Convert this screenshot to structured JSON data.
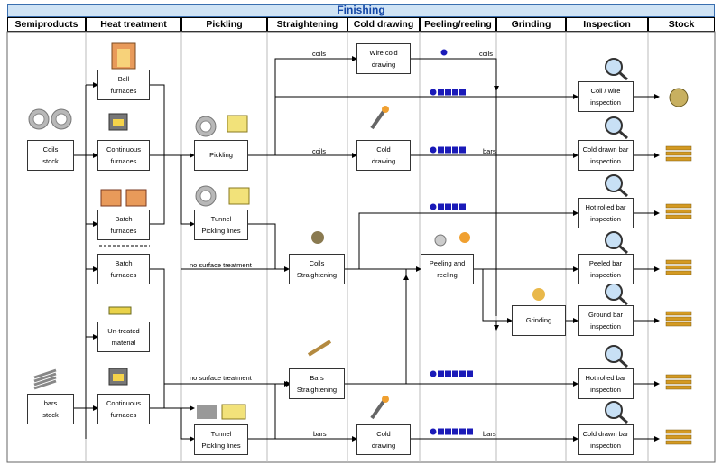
{
  "title": "Finishing",
  "columns": [
    "Semiproducts",
    "Heat treatment",
    "Pickling",
    "Straightening",
    "Cold drawing",
    "Peeling/reeling",
    "Grinding",
    "Inspection",
    "Stock"
  ],
  "boxes": {
    "coils_stock": [
      "Coils",
      "stock"
    ],
    "bars_stock": [
      "bars",
      "stock"
    ],
    "bell": [
      "Bell",
      "furnaces"
    ],
    "cont1": [
      "Continuous",
      "furnaces"
    ],
    "batch1": [
      "Batch",
      "furnaces"
    ],
    "batch2": [
      "Batch",
      "furnaces"
    ],
    "untreated": [
      "Un-treated",
      "material"
    ],
    "cont2": [
      "Continuous",
      "furnaces"
    ],
    "pickling": [
      "Pickling"
    ],
    "tunnel1": [
      "Tunnel",
      "Pickling lines"
    ],
    "tunnel2": [
      "Tunnel",
      "Pickling lines"
    ],
    "coils_str": [
      "Coils",
      "Straightening"
    ],
    "bars_str": [
      "Bars",
      "Straightening"
    ],
    "wire_cold": [
      "Wire cold",
      "drawing"
    ],
    "cold1": [
      "Cold",
      "drawing"
    ],
    "cold2": [
      "Cold",
      "drawing"
    ],
    "peeling": [
      "Peeling and",
      "reeling"
    ],
    "grinding": [
      "Grinding"
    ],
    "insp_coil": [
      "Coil / wire",
      "inspection"
    ],
    "insp_cdb1": [
      "Cold drawn bar",
      "inspection"
    ],
    "insp_hrb1": [
      "Hot rolled bar",
      "inspection"
    ],
    "insp_peeled": [
      "Peeled bar",
      "inspection"
    ],
    "insp_ground": [
      "Ground bar",
      "inspection"
    ],
    "insp_hrb2": [
      "Hot rolled bar",
      "inspection"
    ],
    "insp_cdb2": [
      "Cold drawn bar",
      "inspection"
    ]
  },
  "labels": {
    "coils_a": "coils",
    "coils_b": "coils",
    "coils_c": "coils",
    "bars_a": "bars",
    "bars_b": "bars",
    "bars_c": "bars",
    "nst_a": "no surface treatment",
    "nst_b": "no surface treatment"
  },
  "colors": {
    "title_bg": "#cfe3f5",
    "title_text": "#1346a6",
    "shape_blue": "#1a1ab8",
    "stock_gold": "#d49a22",
    "furnace_orange": "#e89a5a"
  }
}
